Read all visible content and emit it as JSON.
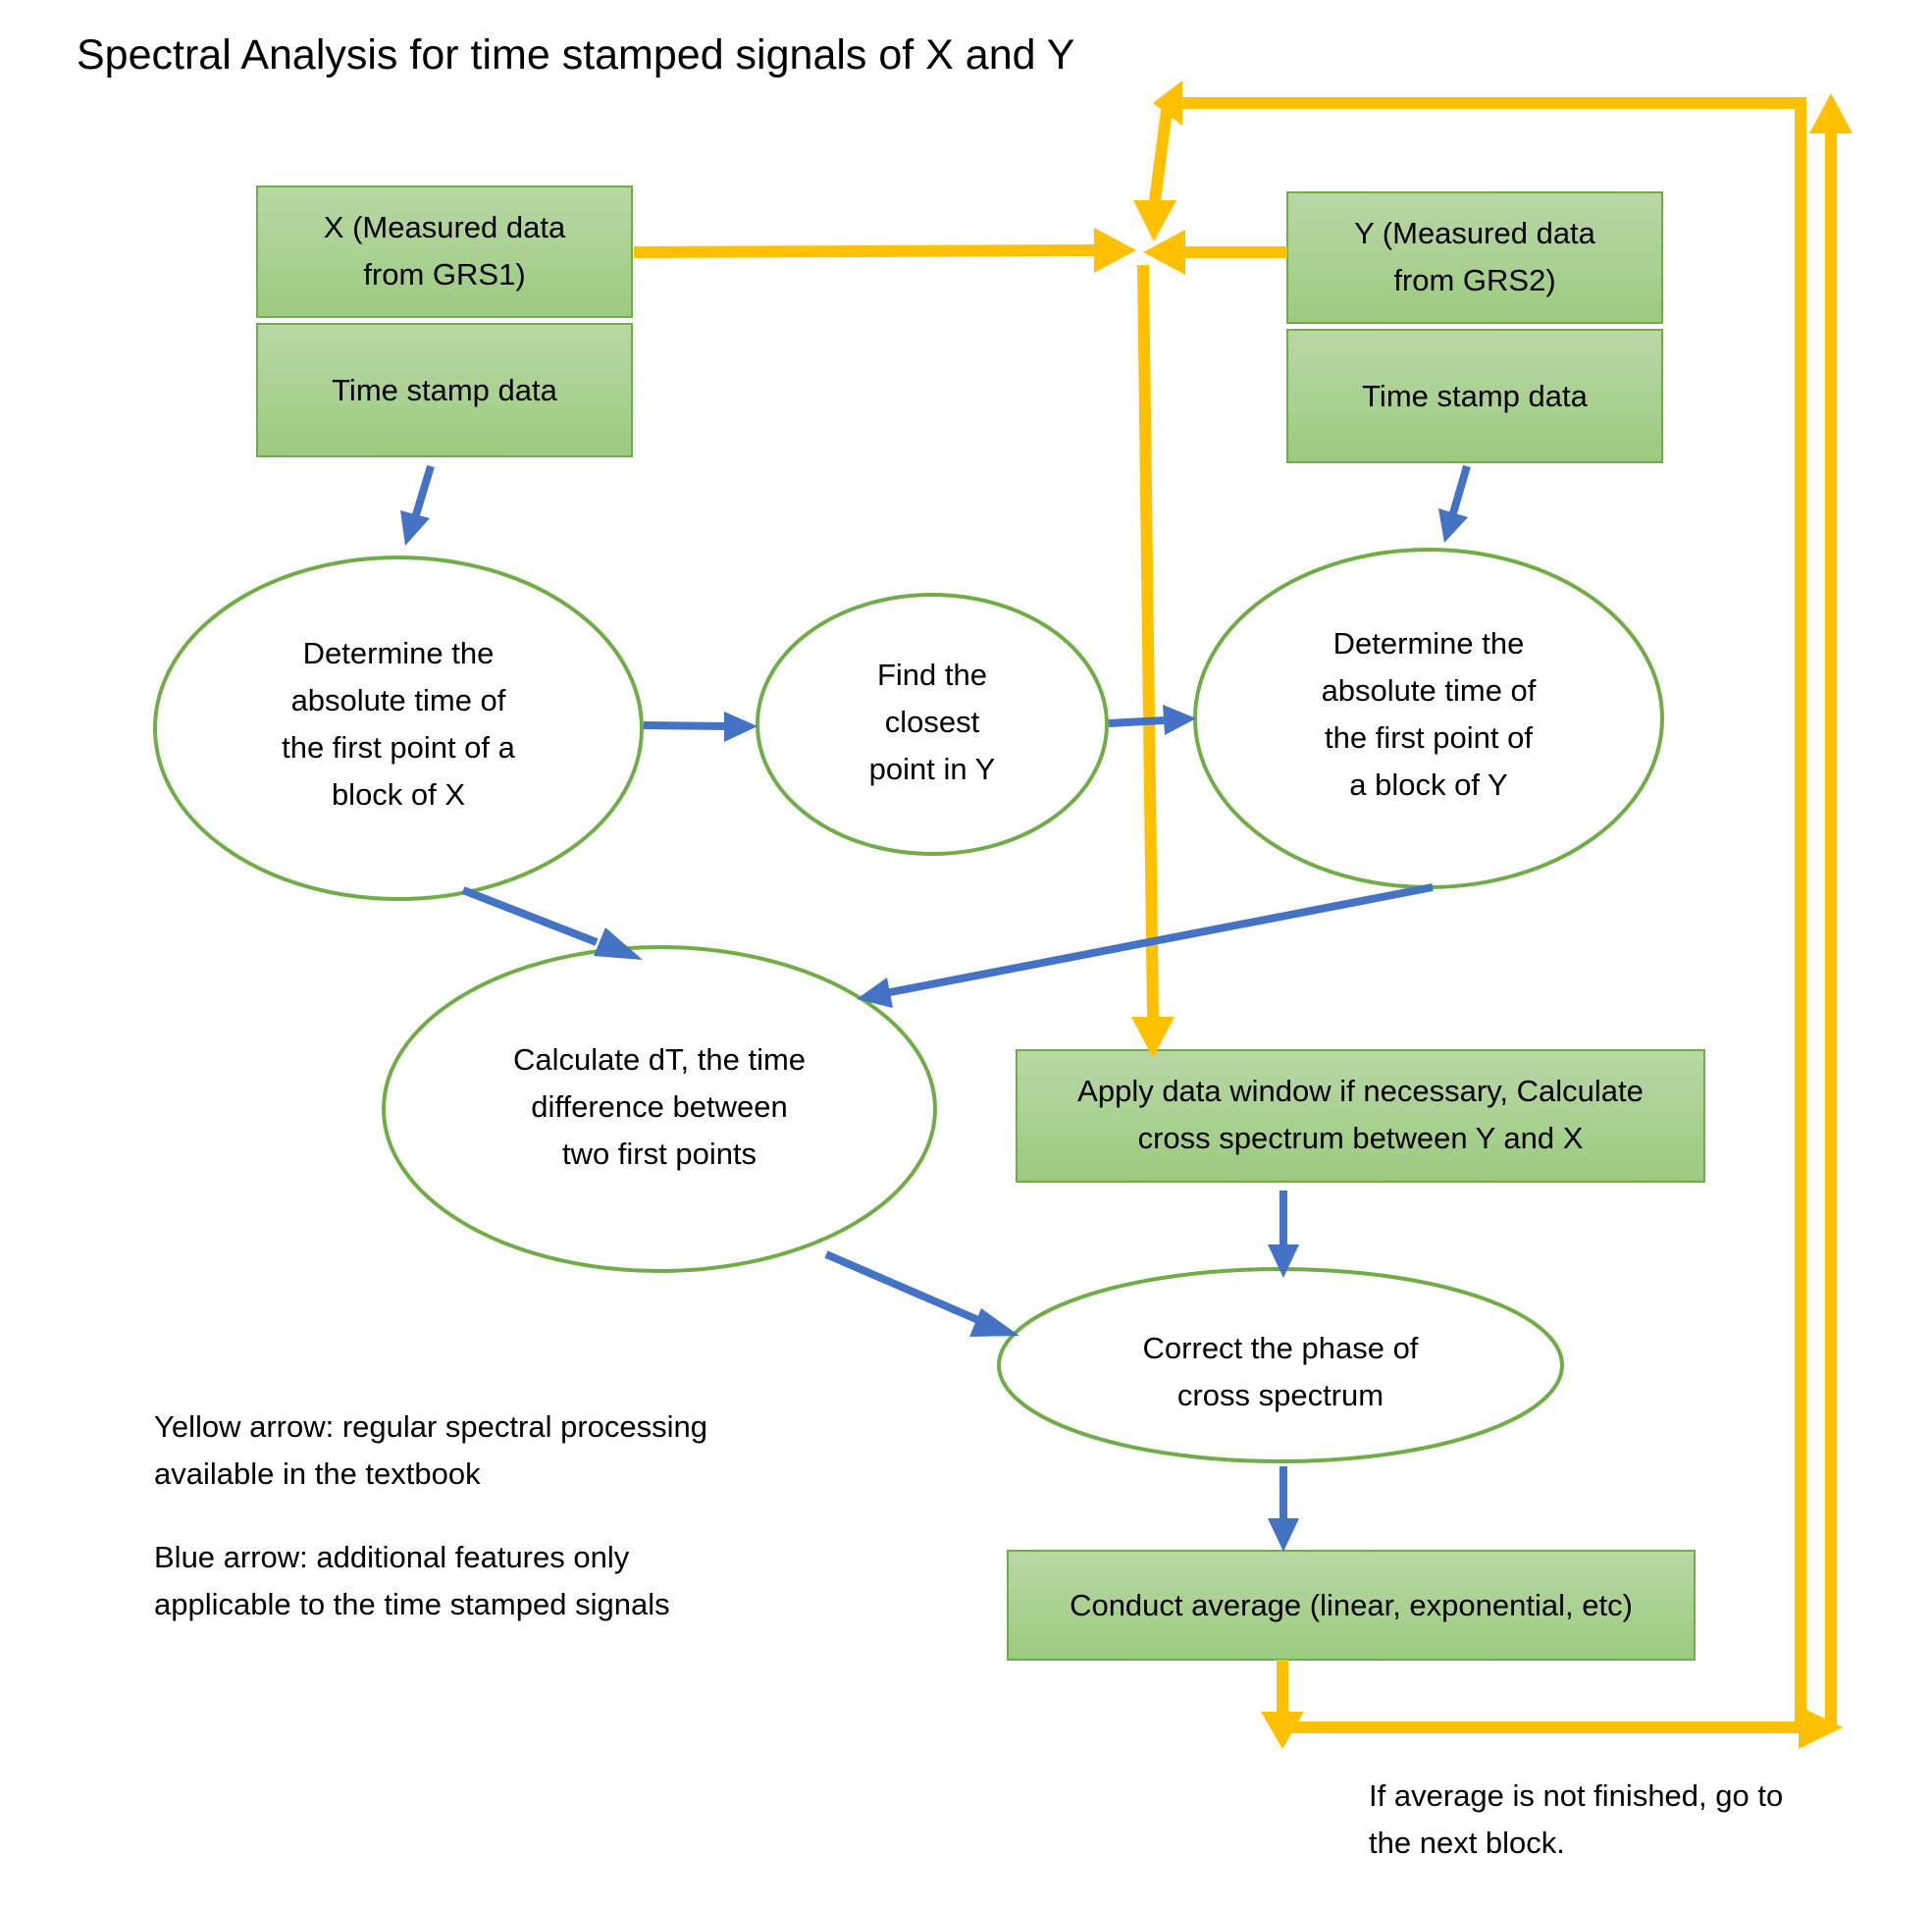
{
  "title": "Spectral Analysis for time stamped signals of X and Y",
  "colors": {
    "box_fill_top": "#b9d7a6",
    "box_fill_bottom": "#9bcb7f",
    "box_border": "#70ad47",
    "ellipse_border": "#70ad47",
    "yellow_arrow": "#ffc000",
    "blue_arrow": "#4472c4"
  },
  "nodes": {
    "x_measured": {
      "line1": "X (Measured data",
      "line2": "from GRS1)"
    },
    "x_timestamp": {
      "line1": "Time stamp data"
    },
    "y_measured": {
      "line1": "Y (Measured data",
      "line2": "from GRS2)"
    },
    "y_timestamp": {
      "line1": "Time stamp data"
    },
    "determine_x": {
      "line1": "Determine the",
      "line2": "absolute time of",
      "line3": "the first point of a",
      "line4": "block of X"
    },
    "find_closest": {
      "line1": "Find the",
      "line2": "closest",
      "line3": "point in Y"
    },
    "determine_y": {
      "line1": "Determine the",
      "line2": "absolute time of",
      "line3": "the first point of",
      "line4": "a block of Y"
    },
    "calculate_dt": {
      "line1": "Calculate dT, the time",
      "line2": "difference between",
      "line3": "two first points"
    },
    "apply_window": {
      "line1": "Apply data window if necessary, Calculate",
      "line2": "cross spectrum between Y and X"
    },
    "correct_phase": {
      "line1": "Correct the phase of",
      "line2": "cross spectrum"
    },
    "conduct_average": {
      "line1": "Conduct average (linear, exponential, etc)"
    }
  },
  "legend": {
    "yellow_line1": "Yellow arrow: regular spectral processing",
    "yellow_line2": "available in the textbook",
    "blue_line1": "Blue arrow: additional features only",
    "blue_line2": "applicable to the time stamped signals"
  },
  "loop_note": {
    "line1": "If average is not finished, go to",
    "line2": "the next block."
  }
}
